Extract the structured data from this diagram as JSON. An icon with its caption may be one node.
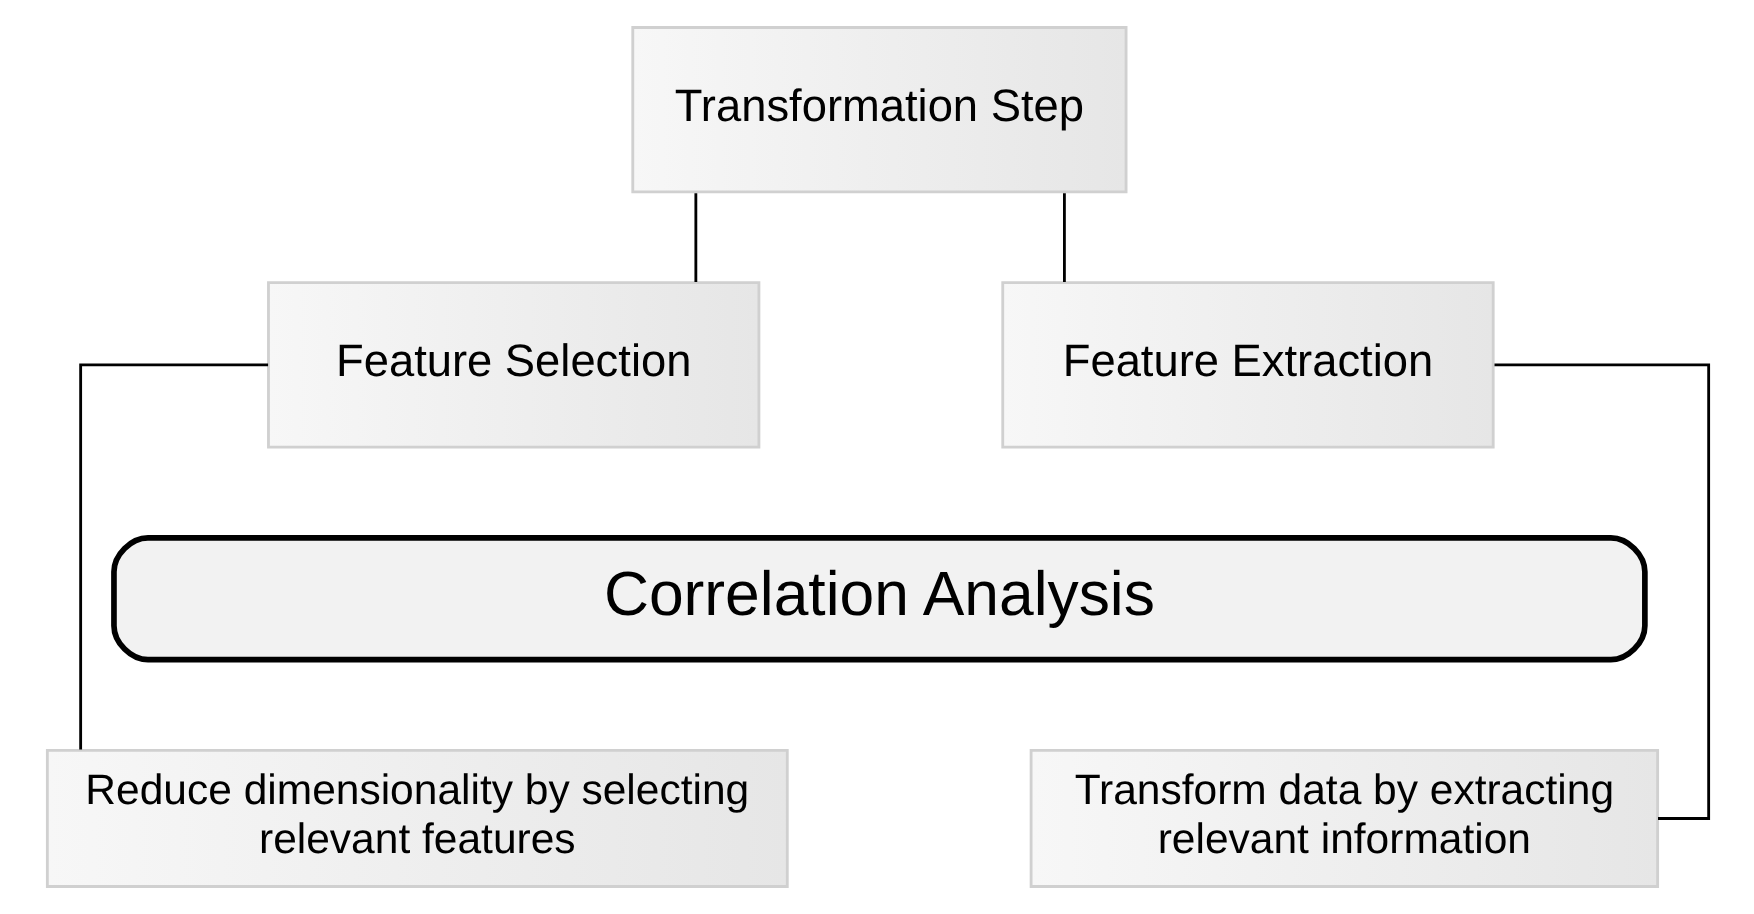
{
  "diagram": {
    "nodes": [
      {
        "text": [
          "Transformation Step"
        ]
      },
      {
        "text": [
          "Feature Selection"
        ]
      },
      {
        "text": [
          "Feature Extraction"
        ]
      },
      {
        "text": [
          "Correlation Analysis"
        ]
      },
      {
        "text": [
          "Reduce dimensionality by selecting relevant features"
        ]
      },
      {
        "text": [
          "Transform data by extracting relevant information"
        ]
      }
    ],
    "edges": [
      {
        "from": 0,
        "to": 1,
        "arrow": "none"
      },
      {
        "from": 0,
        "to": 2,
        "arrow": "none"
      },
      {
        "from": 1,
        "to": 4,
        "arrow": "none"
      },
      {
        "from": 2,
        "to": 5,
        "arrow": "none"
      }
    ]
  }
}
